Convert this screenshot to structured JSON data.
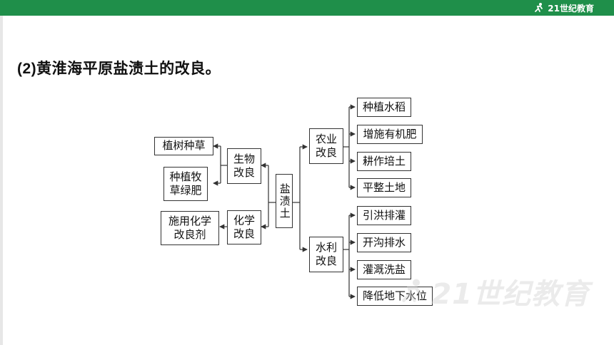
{
  "heading": {
    "number": "(2)",
    "text": "黄淮海平原盐渍土的改良。"
  },
  "brand": {
    "text": "21世纪教育",
    "icon": "runner-logo-icon"
  },
  "watermark": {
    "text": "21世纪教育",
    "icon": "runner-logo-icon"
  },
  "diagram": {
    "root": "盐渍土",
    "biological": {
      "label": "生物改良",
      "children": [
        "植树种草",
        "种植牧草绿肥"
      ]
    },
    "chemical": {
      "label": "化学改良",
      "children": [
        "施用化学改良剂"
      ]
    },
    "agricultural": {
      "label": "农业改良",
      "children": [
        "种植水稻",
        "增施有机肥",
        "耕作培土",
        "平整土地"
      ]
    },
    "water": {
      "label": "水利改良",
      "children": [
        "引洪排灌",
        "开沟排水",
        "灌溉洗盐",
        "降低地下水位"
      ]
    }
  },
  "colors": {
    "topbar": "#1f8f4a",
    "line": "#333333"
  }
}
